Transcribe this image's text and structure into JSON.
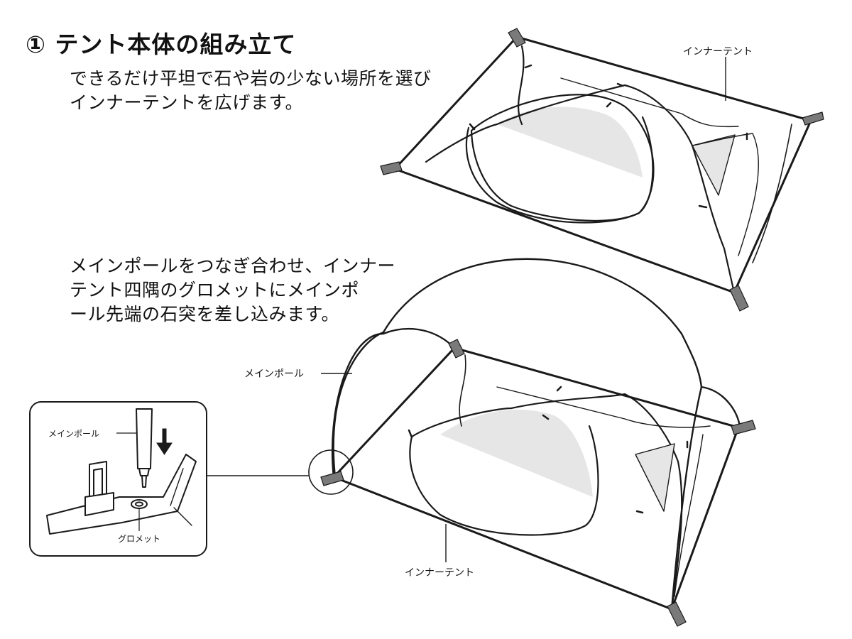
{
  "step": {
    "title": "① テント本体の組み立て"
  },
  "intro": {
    "lines": [
      "できるだけ平坦で石や岩の少ない場所を選び",
      "インナーテントを広げます。"
    ]
  },
  "pole_instruction": {
    "lines": [
      "メインポールをつなぎ合わせ、インナー",
      "テント四隅のグロメットにメインポ",
      "ール先端の石突を差し込みます。"
    ]
  },
  "labels": {
    "inner_tent_top": "インナーテント",
    "inner_tent_bottom": "インナーテント",
    "main_pole": "メインポール",
    "detail_main_pole": "メインポール",
    "detail_grommet": "グロメット"
  },
  "colors": {
    "line": "#1a1a1a",
    "shade": "#e6e6e6",
    "corner_tab": "#7a7a7a"
  }
}
